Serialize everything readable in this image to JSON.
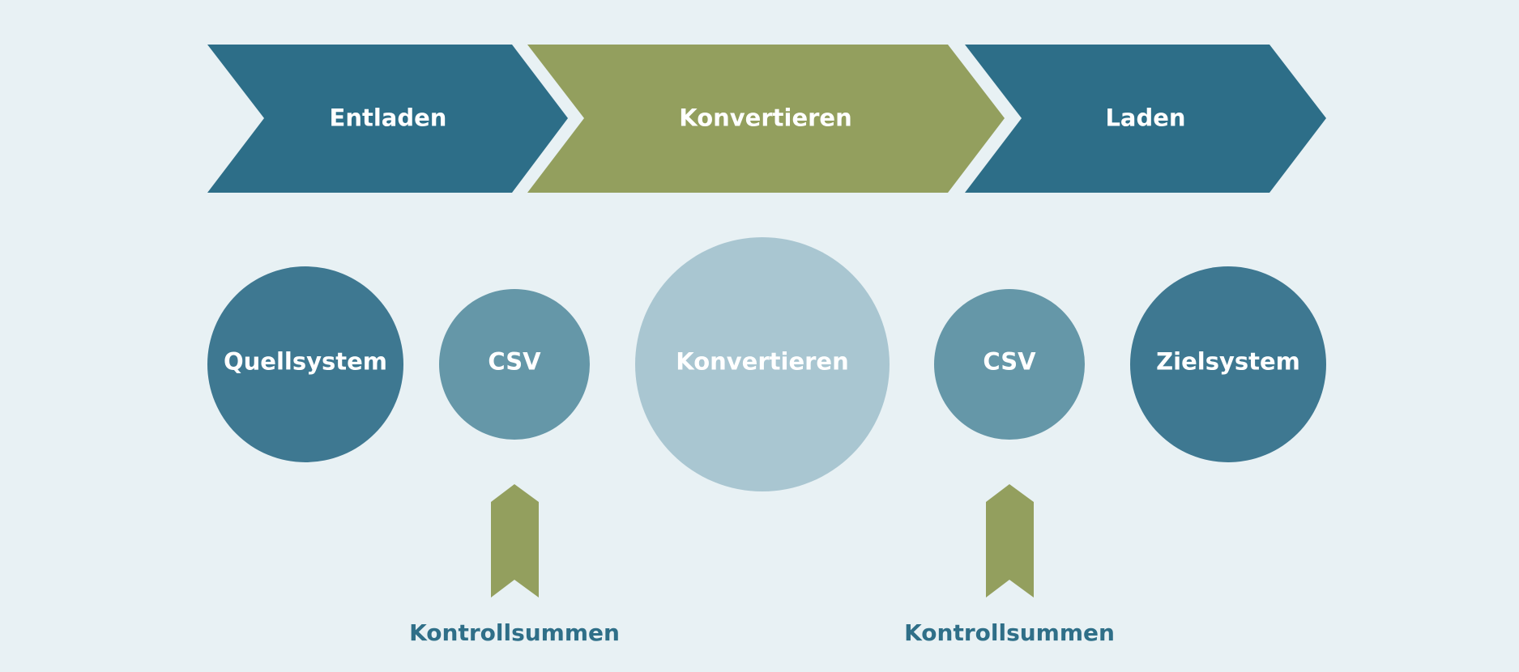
{
  "colors": {
    "background": "#e8f1f4",
    "chevron_dark": "#2d6e88",
    "chevron_green": "#939f5e",
    "circle_dark": "#3e7891",
    "circle_mid": "#6597a8",
    "circle_light": "#a9c6d1",
    "label_light": "#ffffff",
    "label_dark": "#2f6f88",
    "marker": "#939f5e"
  },
  "phases": [
    {
      "label": "Entladen"
    },
    {
      "label": "Konvertieren"
    },
    {
      "label": "Laden"
    }
  ],
  "nodes": [
    {
      "label": "Quellsystem"
    },
    {
      "label": "CSV"
    },
    {
      "label": "Konvertieren"
    },
    {
      "label": "CSV"
    },
    {
      "label": "Zielsystem"
    }
  ],
  "checks": [
    {
      "label": "Kontrollsummen"
    },
    {
      "label": "Kontrollsummen"
    }
  ]
}
